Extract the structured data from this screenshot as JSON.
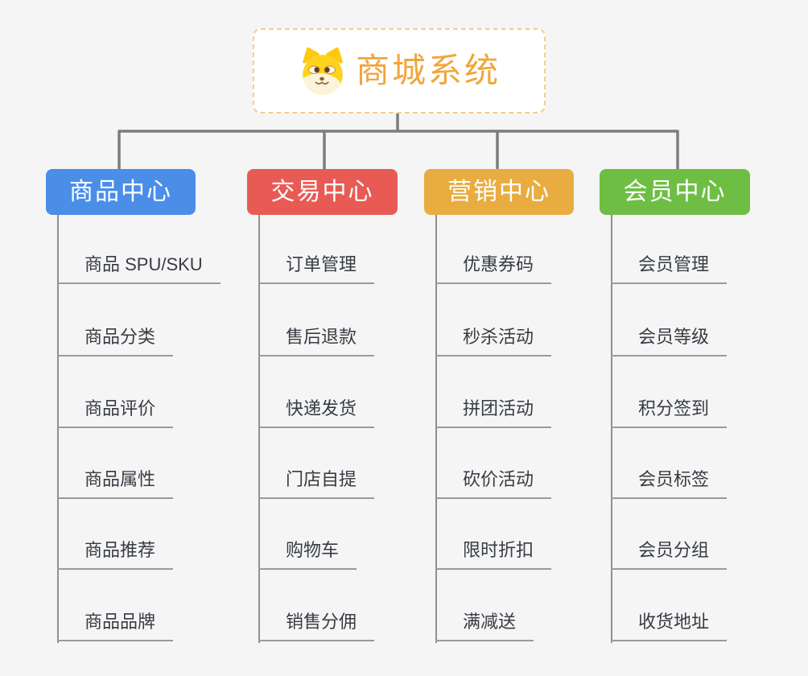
{
  "root": {
    "title": "商城系统",
    "icon": "dog-face-icon"
  },
  "branches": [
    {
      "label": "商品中心",
      "color": "#4a8ee8",
      "items": [
        "商品 SPU/SKU",
        "商品分类",
        "商品评价",
        "商品属性",
        "商品推荐",
        "商品品牌"
      ]
    },
    {
      "label": "交易中心",
      "color": "#e85b55",
      "items": [
        "订单管理",
        "售后退款",
        "快递发货",
        "门店自提",
        "购物车",
        "销售分佣"
      ]
    },
    {
      "label": "营销中心",
      "color": "#e9ac40",
      "items": [
        "优惠券码",
        "秒杀活动",
        "拼团活动",
        "砍价活动",
        "限时折扣",
        "满减送"
      ]
    },
    {
      "label": "会员中心",
      "color": "#6fbe44",
      "items": [
        "会员管理",
        "会员等级",
        "积分签到",
        "会员标签",
        "会员分组",
        "收货地址"
      ]
    }
  ],
  "colors": {
    "background": "#f5f5f6",
    "root_text": "#f0a63c",
    "root_border": "#f6cd8d",
    "connector_line": "#7d7d7d",
    "leaf_line": "#9a9a9a",
    "leaf_text": "#373c42",
    "branch_text": "#ffffff"
  }
}
